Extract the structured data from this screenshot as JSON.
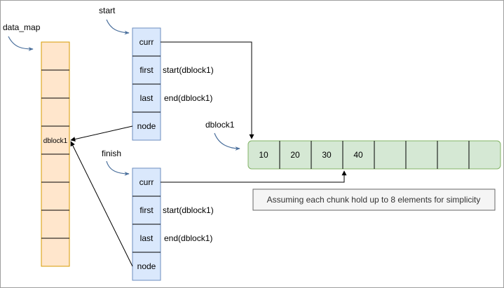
{
  "labels": {
    "data_map": "data_map",
    "start": "start",
    "finish": "finish",
    "dblock1": "dblock1"
  },
  "data_map": {
    "cell_count": 8,
    "highlighted_index": 3,
    "highlighted_label": "dblock1",
    "fill": "#ffe6cc",
    "stroke": "#d79b00"
  },
  "iterator_start": {
    "fields": [
      {
        "key": "curr",
        "label": "curr",
        "value": ""
      },
      {
        "key": "first",
        "label": "first",
        "value": "start(dblock1)"
      },
      {
        "key": "last",
        "label": "last",
        "value": "end(dblock1)"
      },
      {
        "key": "node",
        "label": "node",
        "value": ""
      }
    ]
  },
  "iterator_finish": {
    "fields": [
      {
        "key": "curr",
        "label": "curr",
        "value": ""
      },
      {
        "key": "first",
        "label": "first",
        "value": "start(dblock1)"
      },
      {
        "key": "last",
        "label": "last",
        "value": "end(dblock1)"
      },
      {
        "key": "node",
        "label": "node",
        "value": ""
      }
    ]
  },
  "iterator_style": {
    "fill": "#dae8fc",
    "stroke": "#6c8ebf"
  },
  "chunk": {
    "cells": [
      "10",
      "20",
      "30",
      "40",
      "",
      "",
      "",
      ""
    ],
    "fill": "#d5e8d4",
    "stroke": "#82b366"
  },
  "note": {
    "text": "Assuming each chunk hold up to 8 elements for simplicity",
    "fill": "#f5f5f5",
    "stroke": "#666666"
  },
  "colors": {
    "curly_arrow": "#4a6f9c",
    "arrow": "#000000"
  }
}
